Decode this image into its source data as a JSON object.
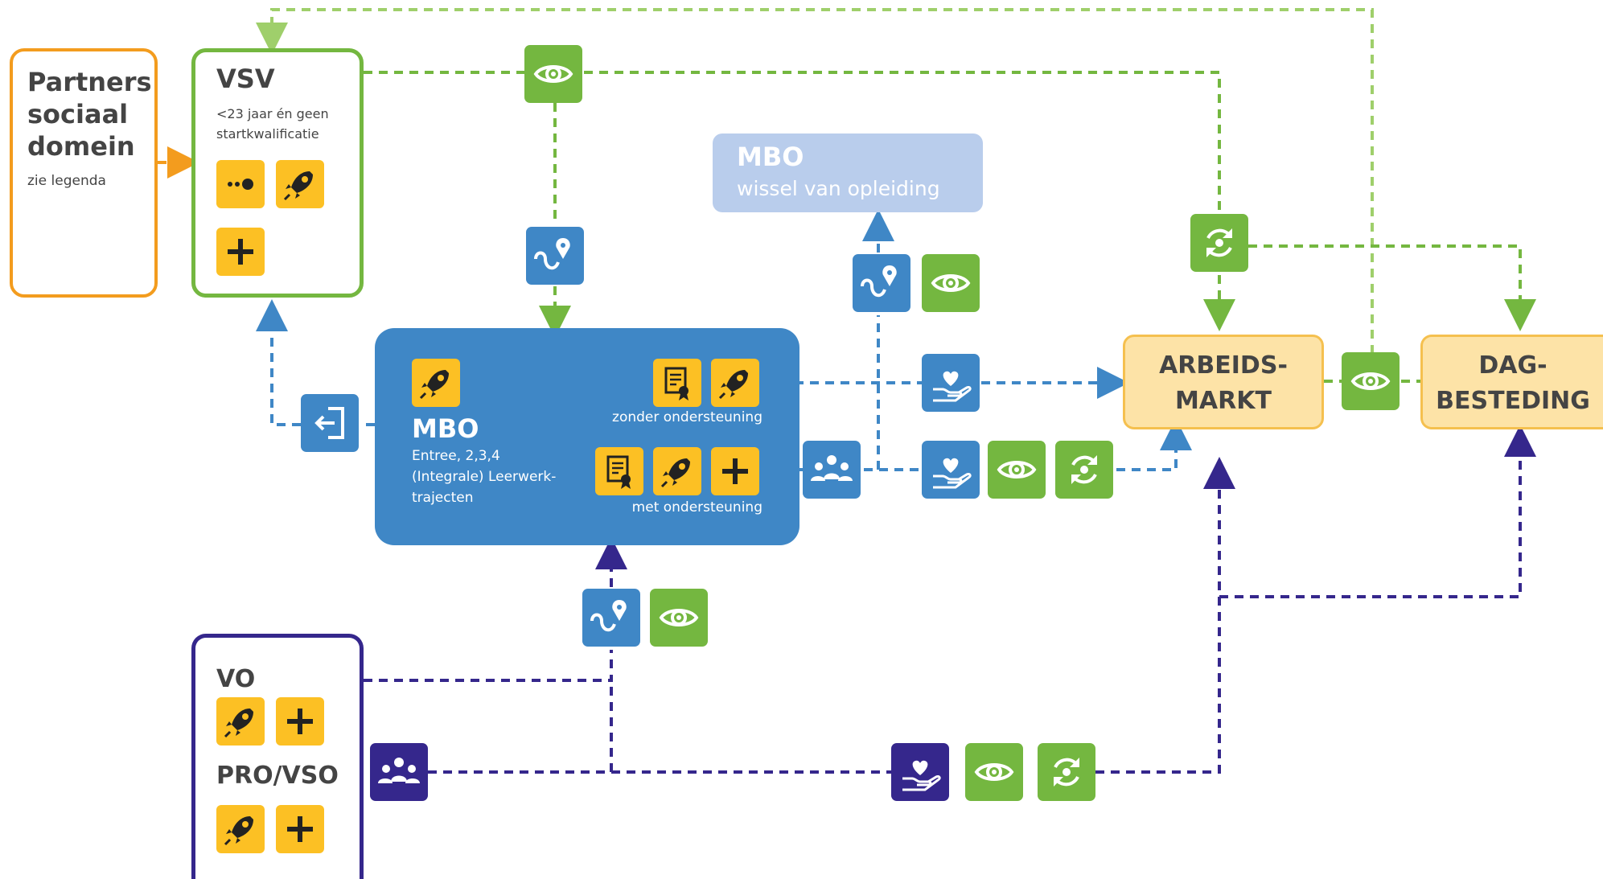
{
  "partners": {
    "title_lines": [
      "Partners",
      "sociaal",
      "domein"
    ],
    "note": "zie legenda"
  },
  "vsv": {
    "title": "VSV",
    "desc_lines": [
      "<23 jaar én geen",
      "startkwalificatie"
    ]
  },
  "mbo_main": {
    "title": "MBO",
    "desc_lines": [
      "Entree, 2,3,4",
      "(Integrale) Leerwerk-",
      "trajecten"
    ],
    "row1_label": "zonder ondersteuning",
    "row2_label": "met ondersteuning"
  },
  "mbo_switch": {
    "title": "MBO",
    "subtitle": "wissel van opleiding"
  },
  "arbeidsmarkt": {
    "line1": "ARBEIDS-",
    "line2": "MARKT"
  },
  "dagbesteding": {
    "line1": "DAG-",
    "line2": "BESTEDING"
  },
  "vo": {
    "title": "VO"
  },
  "pro_vso": {
    "title": "PRO/VSO"
  },
  "colors": {
    "orange": "#f39c1e",
    "green": "#74b740",
    "light_green": "#9fcf6b",
    "blue": "#3f87c6",
    "dark_blue": "#35278c",
    "yellow": "#fcc024",
    "light_blue_box": "#b9cdec",
    "cream_box": "#fde3a7",
    "cream_border": "#f5c04f"
  },
  "icons": [
    "eye-icon",
    "route-pin-icon",
    "refresh-icon",
    "exit-icon",
    "group-icon",
    "hand-heart-icon",
    "rocket-icon",
    "certificate-icon",
    "plus-icon",
    "dots-icon"
  ]
}
